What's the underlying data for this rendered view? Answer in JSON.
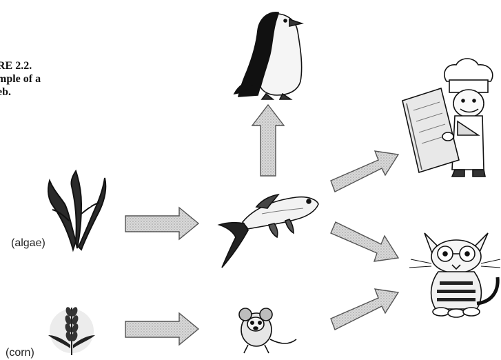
{
  "figure": {
    "caption_lines": [
      "RE 2.2.",
      "mple of a",
      "eb."
    ]
  },
  "organisms": {
    "algae_label": "(algae)",
    "corn_label": "(corn)",
    "algae_icon": "seaweed-icon",
    "corn_icon": "wheat-icon",
    "fish_icon": "fish-icon",
    "mouse_icon": "mouse-icon",
    "penguin_icon": "penguin-icon",
    "chef_icon": "chef-with-book-icon",
    "cat_icon": "cat-icon"
  },
  "arrow_color": "#c8c8c8"
}
